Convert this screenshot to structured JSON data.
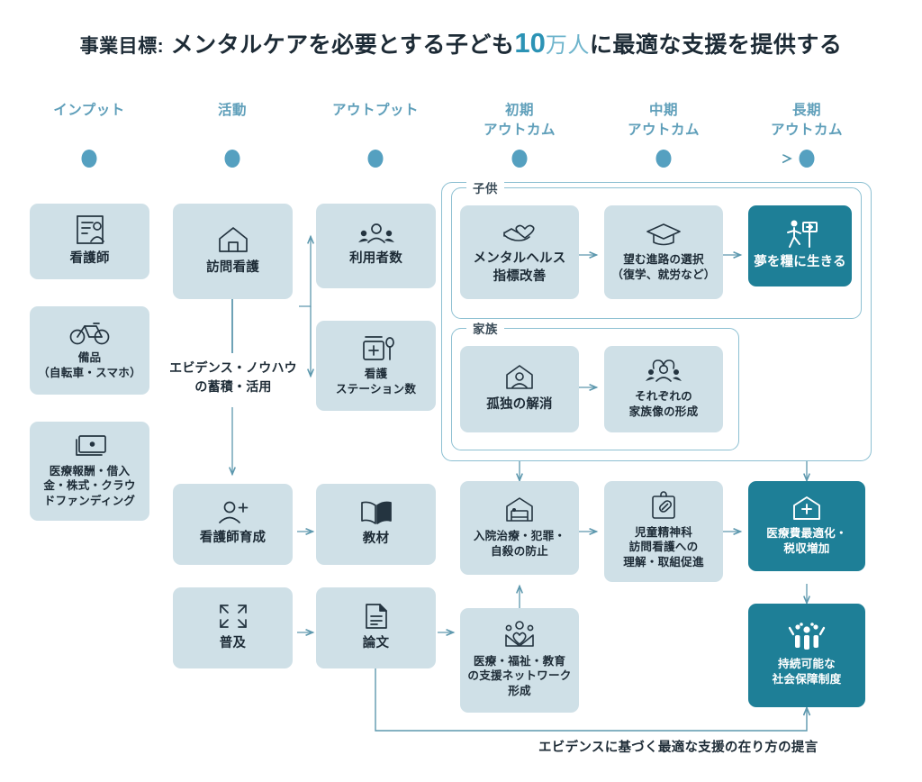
{
  "title": {
    "prefix": "事業目標:",
    "part1": "メンタルケアを必要とする子ども",
    "highlight_num": "10",
    "highlight_unit": "万人",
    "part2": "に最適な支援を提供する",
    "highlight_color": "#2c93b5"
  },
  "phases": [
    {
      "line1": "インプット",
      "line2": ""
    },
    {
      "line1": "活動",
      "line2": ""
    },
    {
      "line1": "アウトプット",
      "line2": ""
    },
    {
      "line1": "初期",
      "line2": "アウトカム"
    },
    {
      "line1": "中期",
      "line2": "アウトカム"
    },
    {
      "line1": "長期",
      "line2": "アウトカム"
    }
  ],
  "colors": {
    "box_light": "#cfe0e7",
    "box_dark": "#1e7f97",
    "accent": "#5f9fba",
    "frame": "#8dc0d2",
    "text": "#1d2b36"
  },
  "inputs": [
    {
      "label": "看護師",
      "icon": "id-card-person-icon"
    },
    {
      "label": "備品\n（自転車・スマホ）",
      "icon": "bicycle-icon"
    },
    {
      "label": "医療報酬・借入\n金・株式・クラウ\nドファンディング",
      "icon": "banknote-icon"
    }
  ],
  "activities": [
    {
      "label": "訪問看護",
      "icon": "house-icon"
    },
    {
      "label": "看護師育成",
      "icon": "person-plus-icon"
    },
    {
      "label": "普及",
      "icon": "expand-arrows-icon"
    }
  ],
  "activity_note": "エビデンス・ノウハウ\nの蓄積・活用",
  "outputs": [
    {
      "label": "利用者数",
      "icon": "people-group-icon"
    },
    {
      "label": "看護\nステーション数",
      "icon": "first-aid-kit-icon"
    },
    {
      "label": "教材",
      "icon": "open-book-icon"
    },
    {
      "label": "論文",
      "icon": "document-icon"
    }
  ],
  "groups": [
    {
      "name": "子供"
    },
    {
      "name": "家族"
    }
  ],
  "outcomes_child": [
    {
      "label": "メンタルヘルス\n指標改善",
      "icon": "hand-heart-icon",
      "dark": false
    },
    {
      "label": "望む進路の選択\n（復学、就労など）",
      "icon": "graduation-cap-icon",
      "dark": false
    },
    {
      "label": "夢を糧に生きる",
      "icon": "person-signpost-icon",
      "dark": true
    }
  ],
  "outcomes_family": [
    {
      "label": "孤独の解消",
      "icon": "person-in-house-icon",
      "dark": false
    },
    {
      "label": "それぞれの\n家族像の形成",
      "icon": "family-heart-icon",
      "dark": false
    }
  ],
  "outcomes_society": [
    {
      "label": "入院治療・犯罪・\n自殺の防止",
      "icon": "hospital-bed-icon",
      "dark": false
    },
    {
      "label": "児童精神科\n訪問看護への\n理解・取組促進",
      "icon": "clipboard-pill-icon",
      "dark": false
    },
    {
      "label": "医療費最適化・\n税収増加",
      "icon": "hospital-plus-icon",
      "dark": true
    },
    {
      "label": "医療・福祉・教育\nの支援ネットワーク\n形成",
      "icon": "network-heart-icon",
      "dark": false
    },
    {
      "label": "持続可能な\n社会保障制度",
      "icon": "people-celebrate-icon",
      "dark": true
    }
  ],
  "footer_caption": "エビデンスに基づく最適な支援の在り方の提言"
}
